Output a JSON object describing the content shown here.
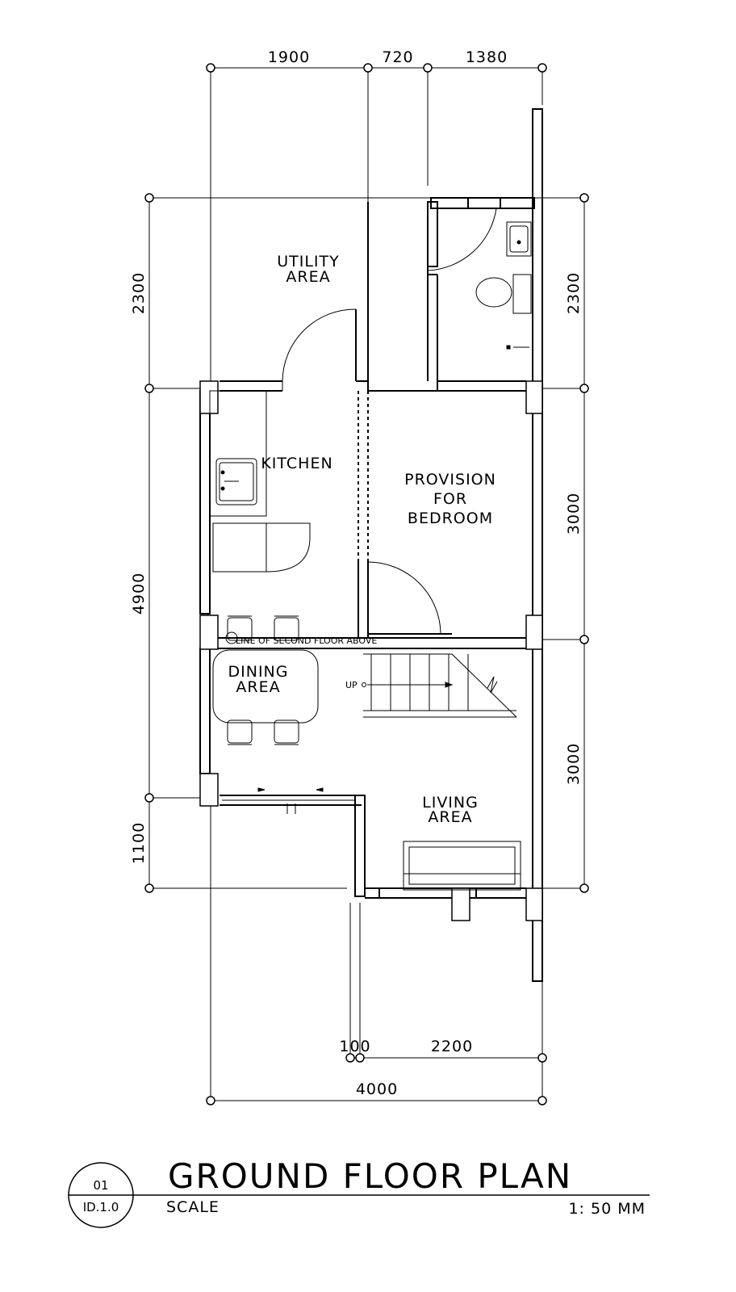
{
  "plan": {
    "rooms": {
      "utility": [
        "UTILITY",
        "AREA"
      ],
      "kitchen": "KITCHEN",
      "bedroom": [
        "PROVISION",
        "FOR",
        "BEDROOM"
      ],
      "dining": [
        "DINING",
        "AREA"
      ],
      "living": [
        "LIVING",
        "AREA"
      ]
    },
    "notes": {
      "second_floor_line": "LINE OF SECOND FLOOR ABOVE",
      "stair_up": "UP"
    },
    "dimensions": {
      "top": [
        "1900",
        "720",
        "1380"
      ],
      "left": [
        "2300",
        "4900",
        "1100"
      ],
      "right": [
        "2300",
        "3000",
        "3000"
      ],
      "bottom_inner": [
        "100",
        "2200"
      ],
      "bottom_total": "4000"
    }
  },
  "title_block": {
    "drawing_number": "01",
    "sheet": "ID.1.0",
    "title": "GROUND FLOOR PLAN",
    "scale_label": "SCALE",
    "scale_value": "1: 50 MM"
  }
}
